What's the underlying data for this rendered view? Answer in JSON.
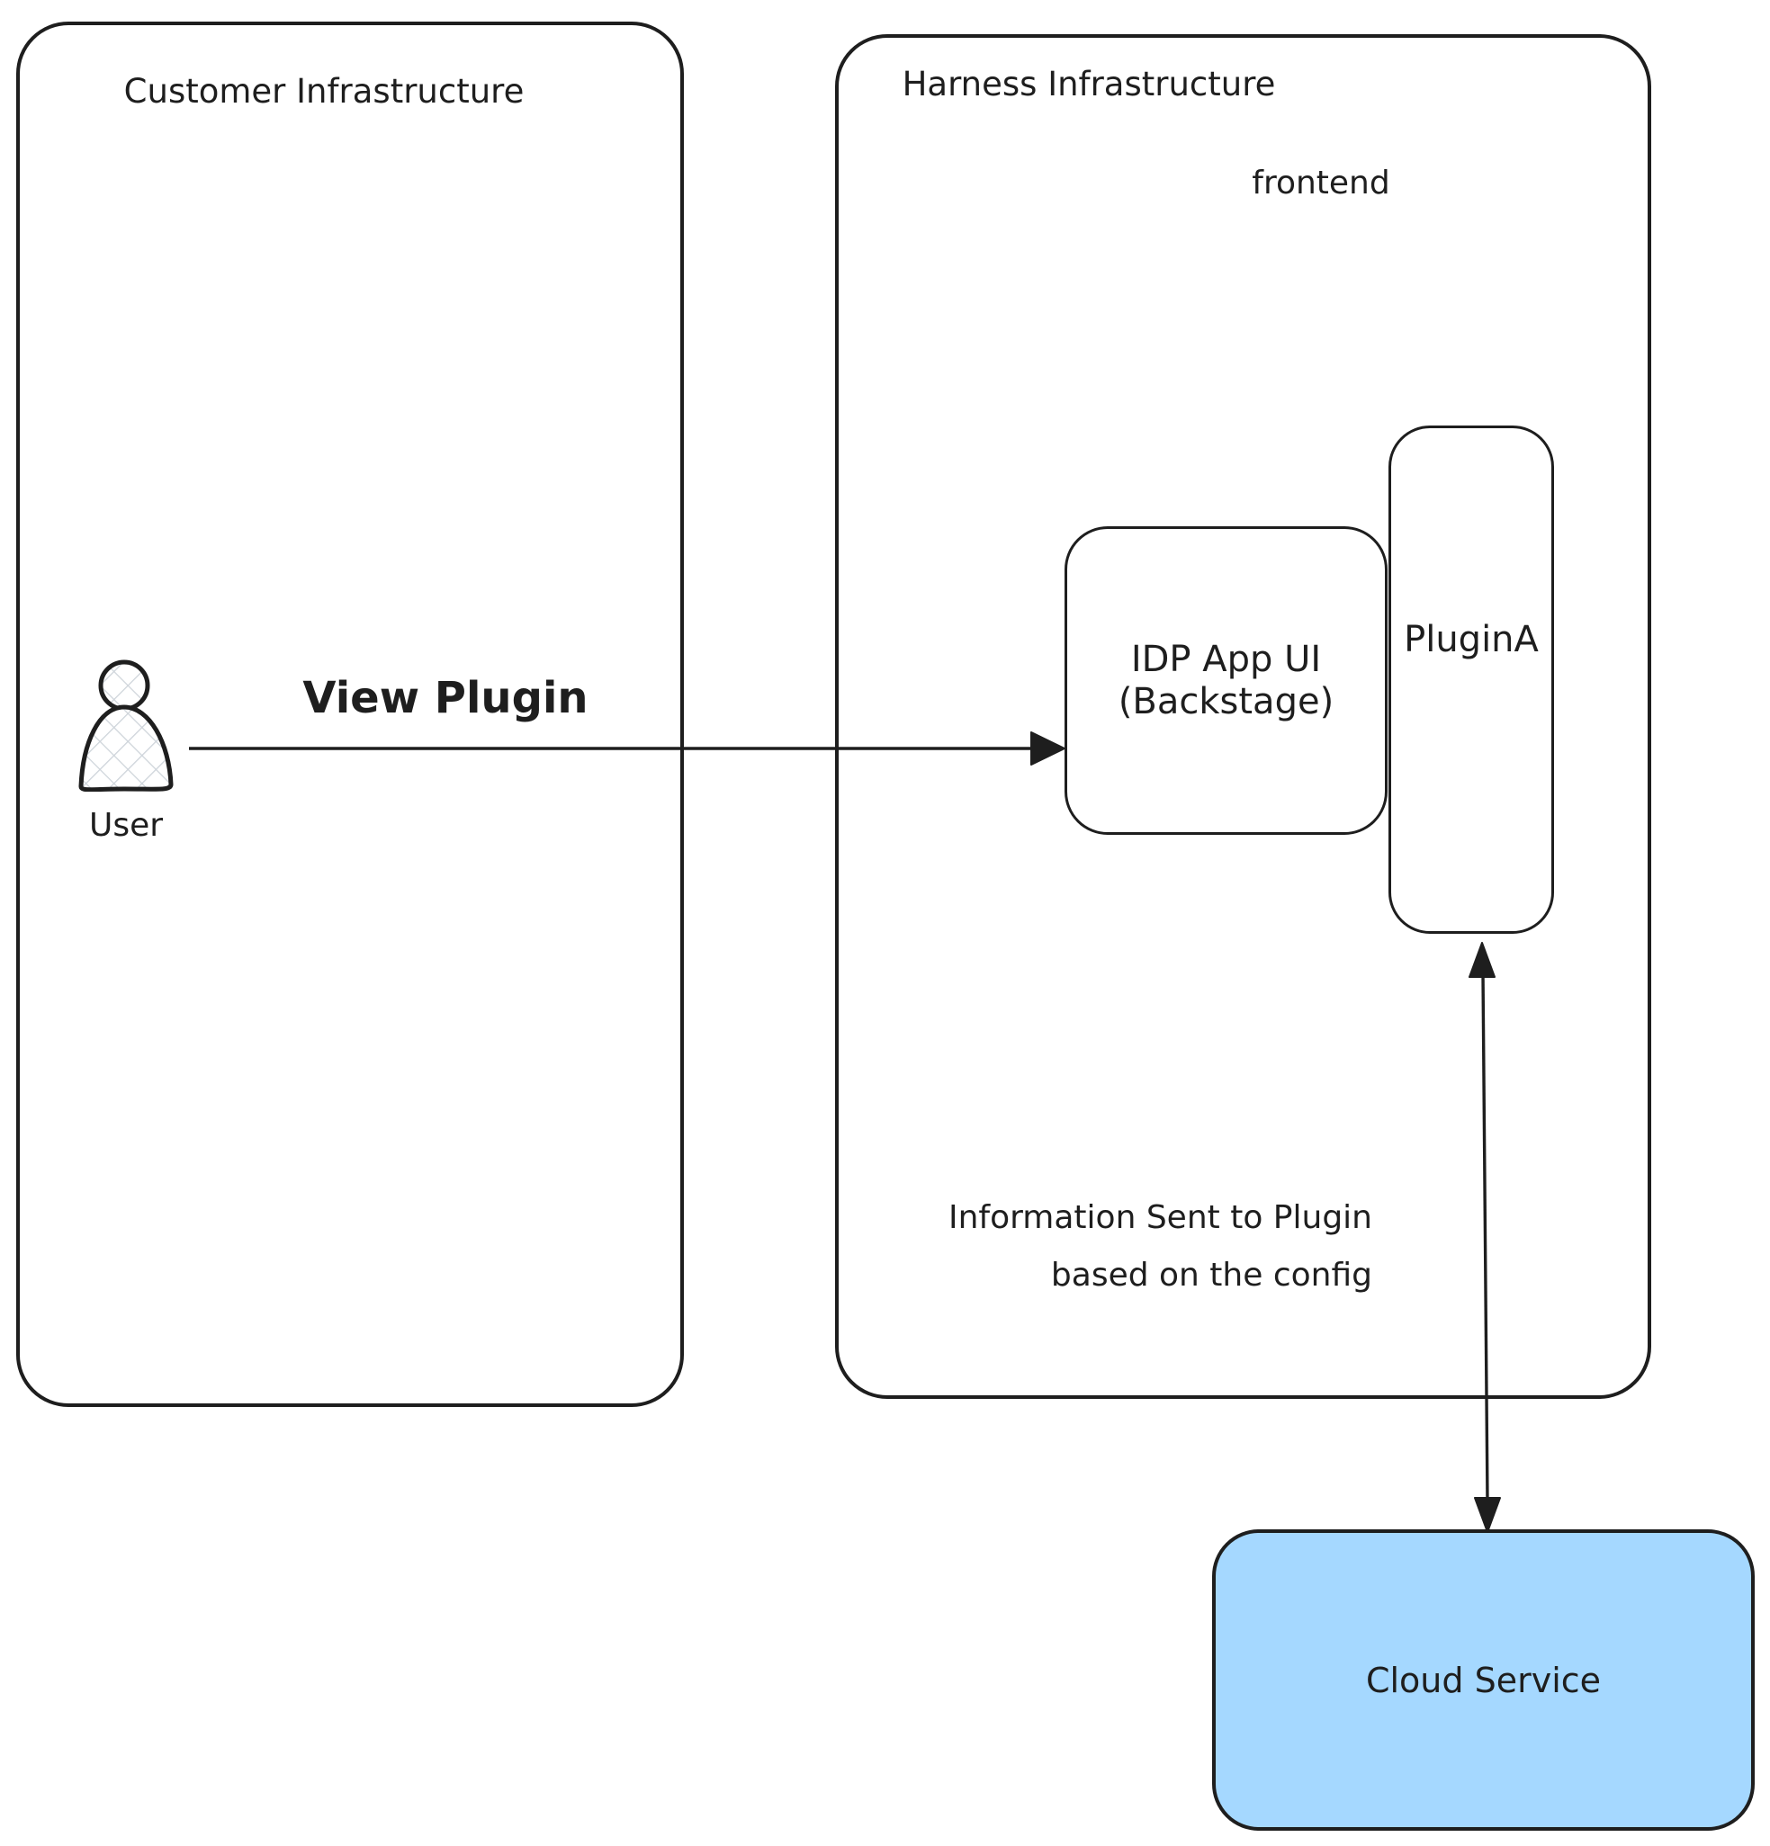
{
  "diagram": {
    "colors": {
      "stroke": "#1e1e1e",
      "background": "#ffffff",
      "cloud_fill": "#a5d8ff",
      "hatch": "#ced4da"
    },
    "customer_box": {
      "title": "Customer Infrastructure"
    },
    "harness_box": {
      "title": "Harness Infrastructure",
      "region_label": "frontend"
    },
    "user": {
      "label": "User"
    },
    "view_plugin_arrow": {
      "label": "View Plugin"
    },
    "idp_box": {
      "line1": "IDP App UI",
      "line2": "(Backstage)"
    },
    "plugin_box": {
      "label": "PluginA"
    },
    "info_arrow": {
      "line1": "Information Sent to Plugin",
      "line2": "based on the config"
    },
    "cloud_box": {
      "label": "Cloud Service"
    }
  }
}
